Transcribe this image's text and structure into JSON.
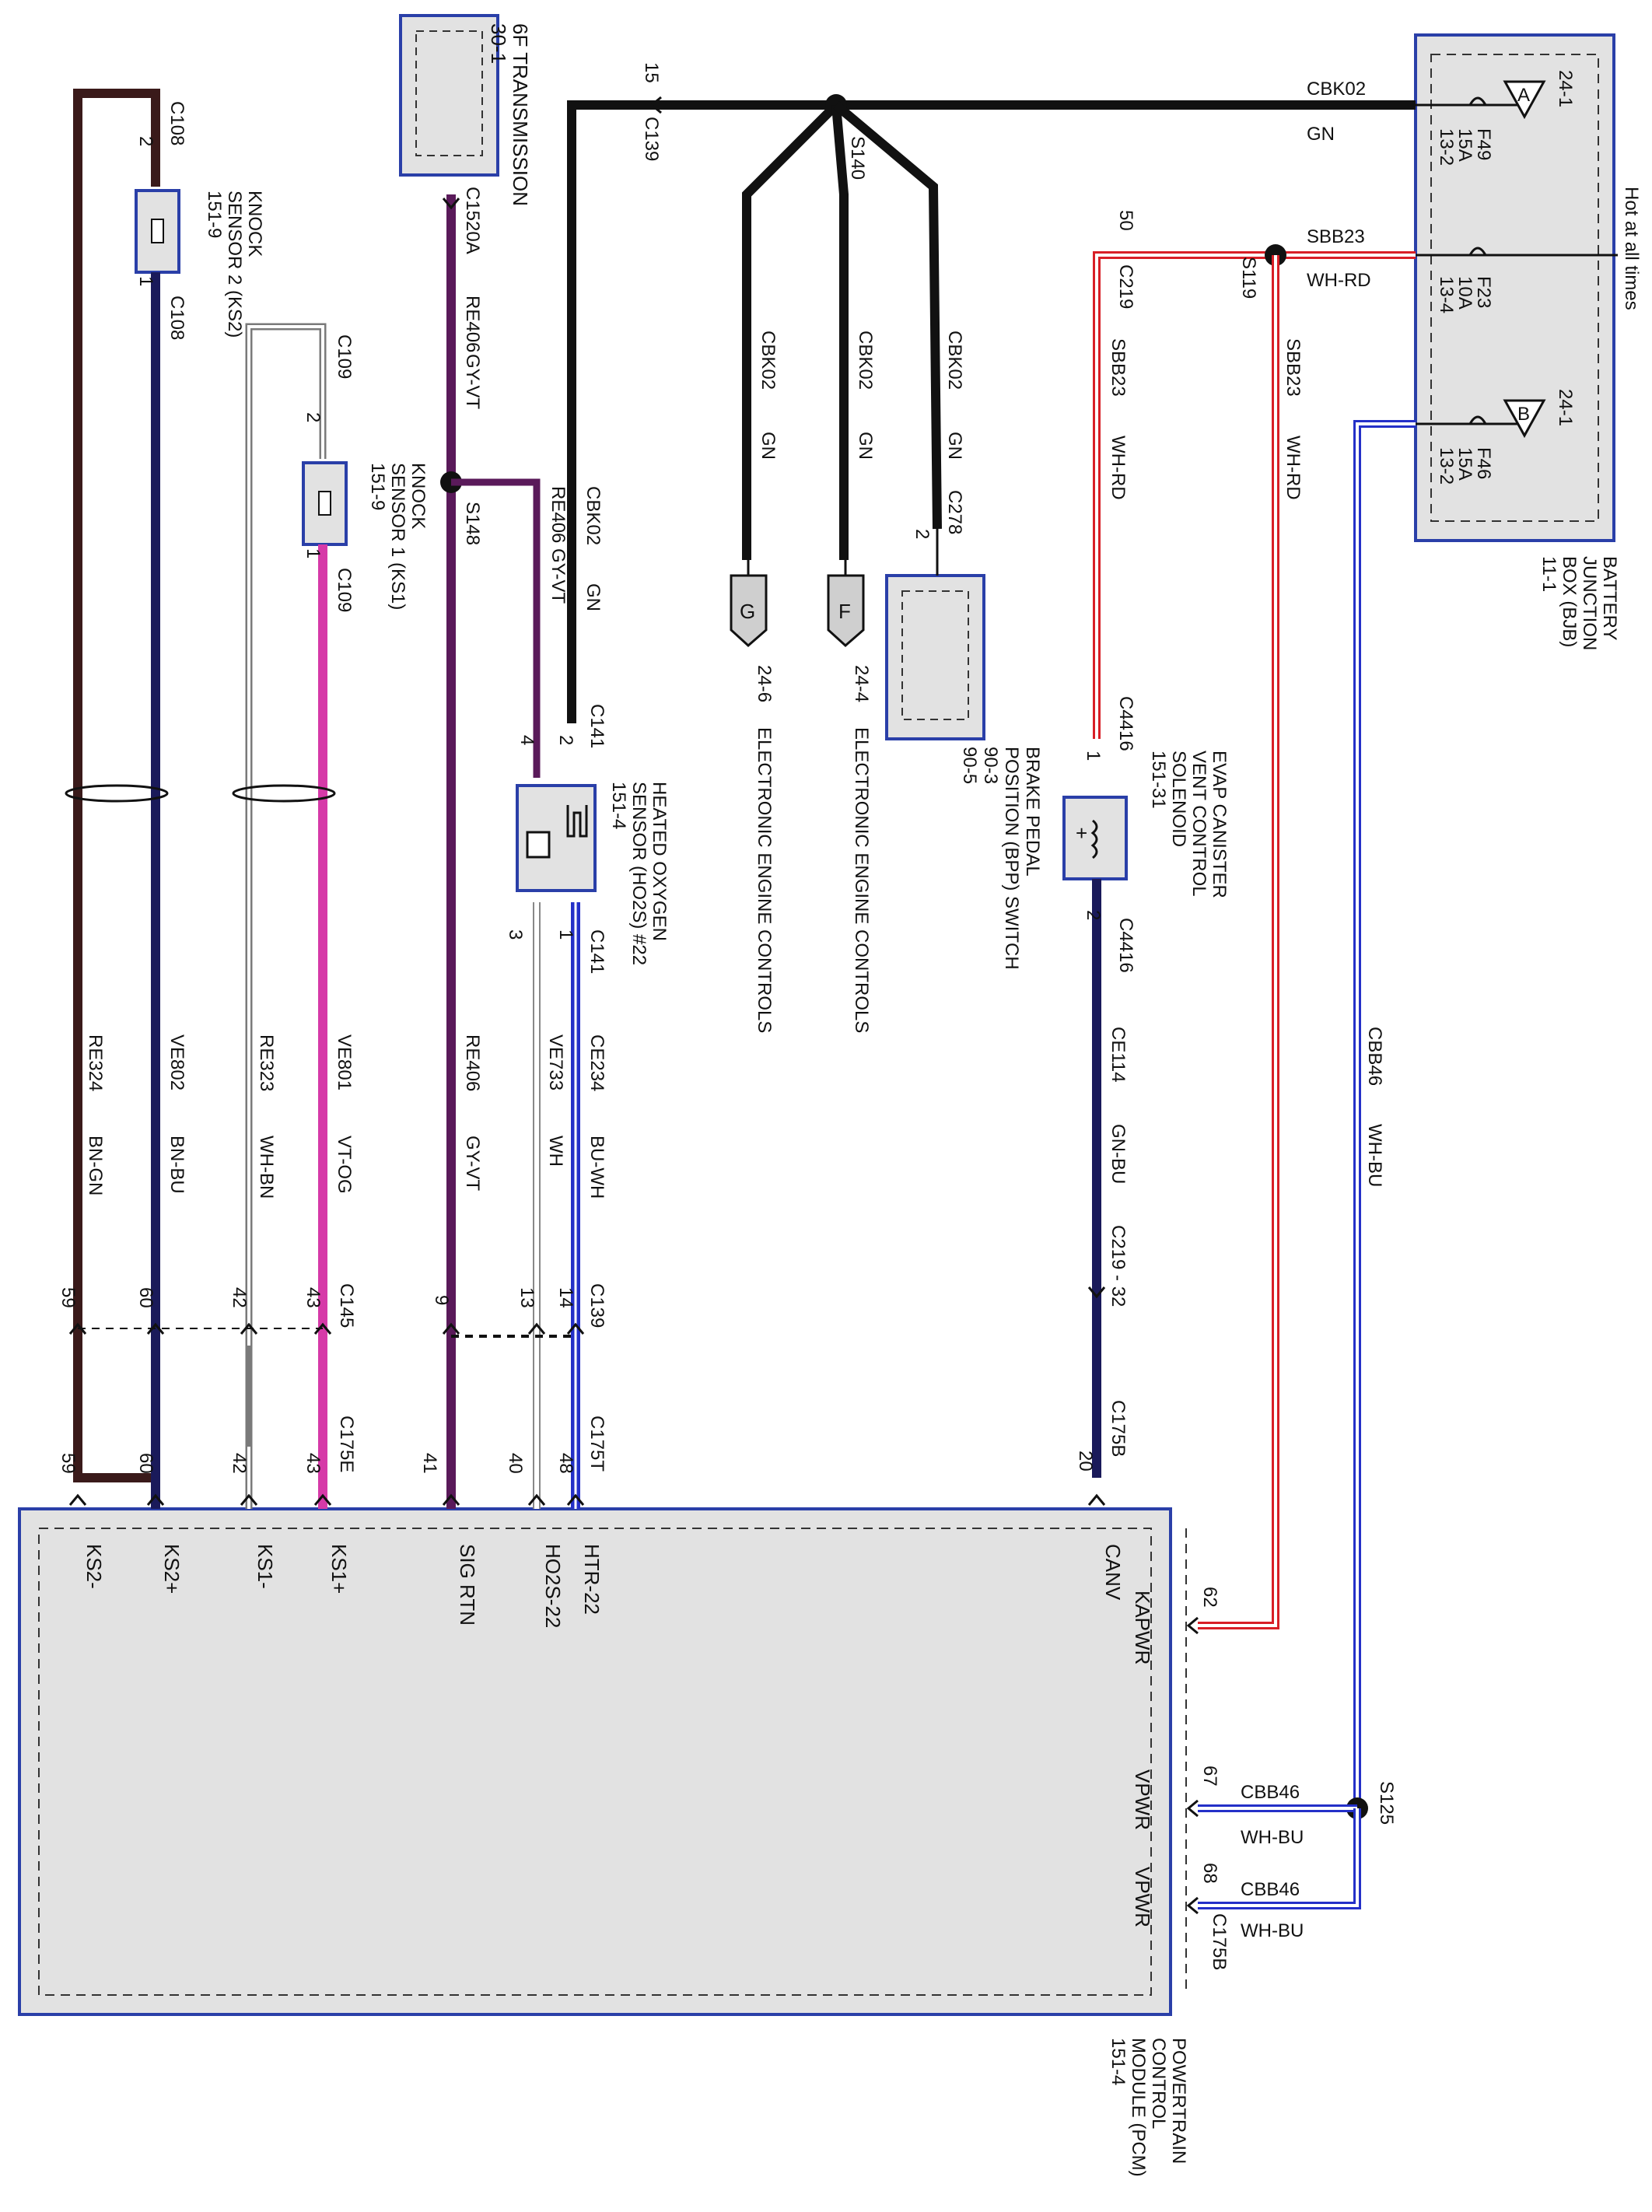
{
  "colors": {
    "black_wire": "#111111",
    "pcm_fill": "#e2e2e2",
    "box_border": "#2a3fa8",
    "red": "#d81f26",
    "magenta": "#d63aa8",
    "blue": "#2430c8",
    "brown": "#3a1a1a",
    "navy": "#1a1a5a",
    "purple": "#5a1a5a",
    "white_wire": "#ffffff"
  },
  "components": {
    "trans": "6F TRANSMISSION",
    "trans_ref": "30-1",
    "ks2_name": "KNOCK",
    "ks2_name2": "SENSOR 2 (KS2)",
    "ks2_ref": "151-9",
    "ks1_name": "KNOCK",
    "ks1_name2": "SENSOR 1 (KS1)",
    "ks1_ref": "151-9",
    "ho2s_1": "HEATED OXYGEN",
    "ho2s_2": "SENSOR (HO2S) #22",
    "ho2s_ref": "151-4",
    "ec1": "ELECTRONIC ENGINE CONTROLS",
    "ec2": "ELECTRONIC ENGINE CONTROLS",
    "ec1_ref": "24-6",
    "ec2_ref": "24-4",
    "g_letter": "G",
    "f_letter": "F",
    "bpp_1": "BRAKE PEDAL",
    "bpp_2": "POSITION (BPP) SWITCH",
    "bpp_ref1": "90-3",
    "bpp_ref2": "90-5",
    "evap_1": "EVAP CANISTER",
    "evap_2": "VENT CONTROL",
    "evap_3": "SOLENOID",
    "evap_ref": "151-31",
    "pcm_1": "POWERTRAIN",
    "pcm_2": "CONTROL",
    "pcm_3": "MODULE (PCM)",
    "pcm_ref": "151-4",
    "bjb_1": "BATTERY",
    "bjb_2": "JUNCTION",
    "bjb_3": "BOX (BJB)",
    "bjb_ref": "11-1",
    "hot": "Hot at all times"
  },
  "fuses": {
    "f49": "F49",
    "f49_amp": "15A",
    "f49_ref": "13-2",
    "f23": "F23",
    "f23_amp": "10A",
    "f23_ref": "13-4",
    "f46": "F46",
    "f46_amp": "15A",
    "f46_ref": "13-2",
    "tri_a": "A",
    "tri_b": "B",
    "tri_ref_a": "24-1",
    "tri_ref_b": "24-1"
  },
  "wires": {
    "cbk02": "CBK02",
    "gn": "GN",
    "sbb23": "SBB23",
    "whrd": "WH-RD",
    "re406": "RE406",
    "gyvt": "GY-VT",
    "re324": "RE324",
    "bngn": "BN-GN",
    "ve802": "VE802",
    "bnbu": "BN-BU",
    "re323": "RE323",
    "whbn": "WH-BN",
    "ve801": "VE801",
    "vtog": "VT-OG",
    "ve733": "VE733",
    "wh": "WH",
    "ce234": "CE234",
    "buwh": "BU-WH",
    "ce114": "CE114",
    "gnbu": "GN-BU",
    "cbb46": "CBB46",
    "whbu": "WH-BU"
  },
  "connectors": {
    "c108": "C108",
    "c109": "C109",
    "c1520a": "C1520A",
    "c141": "C141",
    "c139": "C139",
    "c145": "C145",
    "c175e": "C175E",
    "c175t": "C175T",
    "c175b": "C175B",
    "c219": "C219",
    "c219_32": "C219 - 32",
    "c278": "C278",
    "c4416": "C4416",
    "s140": "S140",
    "s148": "S148",
    "s119": "S119",
    "s125": "S125"
  },
  "pins": {
    "p1": "1",
    "p2": "2",
    "p3": "3",
    "p4": "4",
    "p15": "15",
    "p50": "50",
    "p59": "59",
    "p60": "60",
    "p42": "42",
    "p43": "43",
    "p9": "9",
    "p13": "13",
    "p14": "14",
    "p41": "41",
    "p40": "40",
    "p48": "48",
    "p20": "20",
    "p62": "62",
    "p67": "67",
    "p68": "68"
  },
  "pcm_pins": {
    "ks2m": "KS2-",
    "ks2p": "KS2+",
    "ks1m": "KS1-",
    "ks1p": "KS1+",
    "sigrtn": "SIG RTN",
    "ho2s22": "HO2S-22",
    "htr22": "HTR-22",
    "canv": "CANV",
    "kapwr": "KAPWR",
    "vpwr1": "VPWR",
    "vpwr2": "VPWR"
  }
}
